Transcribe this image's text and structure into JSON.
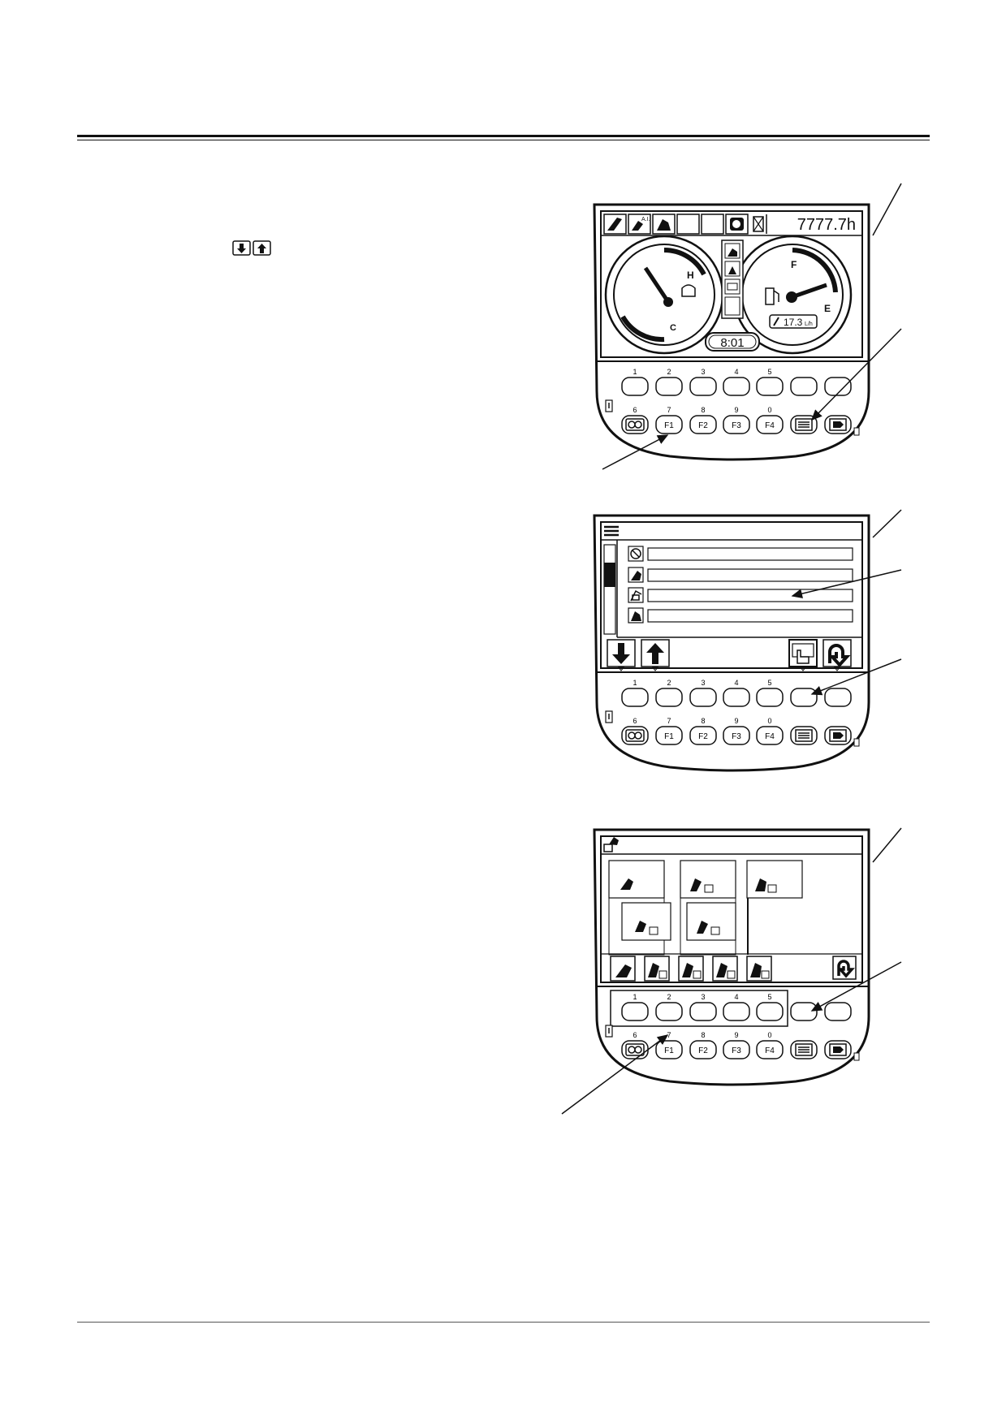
{
  "panel1": {
    "hour_meter": "7777.7h",
    "temp_high": "H",
    "temp_cold": "C",
    "fuel_full": "F",
    "fuel_empty": "E",
    "fuel_rate": "17.3",
    "clock": "8:01"
  },
  "keypad": {
    "top_numbers": [
      "1",
      "2",
      "3",
      "4",
      "5"
    ],
    "bottom_numbers": [
      "6",
      "7",
      "8",
      "9",
      "0"
    ],
    "function_keys": [
      "F1",
      "F2",
      "F3",
      "F4"
    ]
  },
  "icons": {
    "inline": [
      "down-arrow-key-icon",
      "up-arrow-key-icon"
    ]
  }
}
